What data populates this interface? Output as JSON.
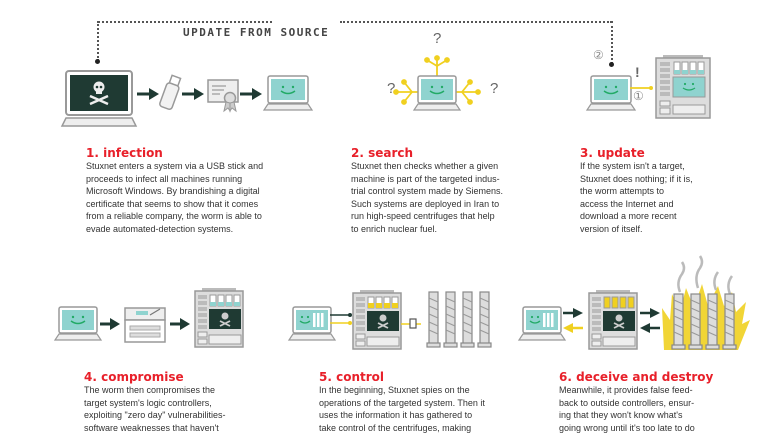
{
  "header": {
    "update_label": "UPDATE FROM SOURCE"
  },
  "colors": {
    "title_red": "#e8202a",
    "screen_teal": "#8fd3cf",
    "screen_dark": "#1f3a33",
    "signal_yellow": "#f0d020",
    "frame_gray": "#9a9a9a"
  },
  "icons": {
    "step1": [
      "infected-laptop-skull-icon",
      "arrow-right-icon",
      "usb-stick-icon",
      "arrow-right-icon",
      "certificate-icon",
      "arrow-right-icon",
      "smiley-laptop-icon"
    ],
    "step2": [
      "searching-laptop-icon",
      "question-mark-icon"
    ],
    "step3": [
      "smiley-laptop-icon",
      "plc-controller-icon"
    ],
    "step4": [
      "smiley-laptop-icon",
      "arrow-right-icon",
      "printer-icon",
      "arrow-right-icon",
      "infected-plc-icon"
    ],
    "step5": [
      "spying-laptop-icon",
      "infected-plc-icon",
      "centrifuge-icon"
    ],
    "step6": [
      "deceived-laptop-icon",
      "infected-plc-icon",
      "burning-centrifuges-icon"
    ]
  },
  "markers": {
    "question": "?",
    "exclaim": "!",
    "circled_one": "①",
    "circled_two": "②"
  },
  "steps": [
    {
      "title": "1. infection",
      "lines": [
        "Stuxnet enters a system via a USB stick and",
        "proceeds to infect all machines running",
        "Microsoft Windows. By brandishing a digital",
        "certificate that seems to show that it comes",
        "from a reliable company, the worm is able to",
        "evade automated-detection systems."
      ]
    },
    {
      "title": "2. search",
      "lines": [
        "Stuxnet then checks whether a given",
        "machine is part of the targeted indus-",
        "trial control system made by Siemens.",
        "Such systems are deployed in Iran to",
        "run high-speed centrifuges that help",
        "to enrich nuclear fuel."
      ]
    },
    {
      "title": "3. update",
      "lines": [
        "If the system isn't a target,",
        "Stuxnet does nothing; if it is,",
        "the worm attempts to",
        "access the Internet and",
        "download a more recent",
        "version of itself."
      ]
    },
    {
      "title": "4. compromise",
      "lines": [
        "The worm then compromises the",
        "target system's logic controllers,",
        "exploiting \"zero day\" vulnerabilities-",
        "software weaknesses that haven't"
      ]
    },
    {
      "title": "5. control",
      "lines": [
        "In the beginning, Stuxnet spies on the",
        "operations of the targeted system. Then it",
        "uses the information it has gathered to",
        "take control of the centrifuges, making"
      ]
    },
    {
      "title": "6. deceive and destroy",
      "lines": [
        "Meanwhile, it provides false feed-",
        "back to outside controllers, ensur-",
        "ing that they won't know what's",
        "going wrong until it's too late to do"
      ]
    }
  ]
}
